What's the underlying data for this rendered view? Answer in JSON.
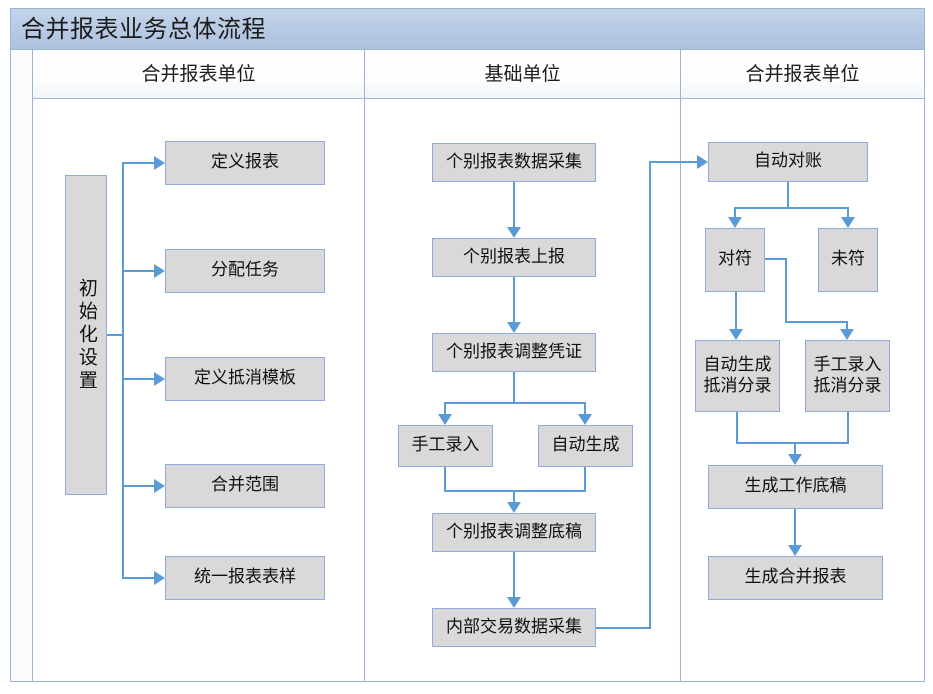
{
  "diagram": {
    "title": "合并报表业务总体流程",
    "lanes": [
      {
        "id": "lane-left",
        "label": "合并报表单位"
      },
      {
        "id": "lane-middle",
        "label": "基础单位"
      },
      {
        "id": "lane-right",
        "label": "合并报表单位"
      }
    ],
    "colors": {
      "title_bar": "#b8cce4",
      "frame_border": "#9bb5d6",
      "box_fill": "#d9d9d9",
      "box_border": "#8faadc",
      "connector": "#5b9bd5",
      "text": "#101010"
    },
    "nodes": {
      "init": "初始化设置",
      "l1": "定义报表",
      "l2": "分配任务",
      "l3": "定义抵消模板",
      "l4": "合并范围",
      "l5": "统一报表表样",
      "m1": "个别报表数据采集",
      "m2": "个别报表上报",
      "m3": "个别报表调整凭证",
      "m4a": "手工录入",
      "m4b": "自动生成",
      "m5": "个别报表调整底稿",
      "m6": "内部交易数据采集",
      "r1": "自动对账",
      "r2a": "对符",
      "r2b": "未符",
      "r3a_line1": "自动生成",
      "r3a_line2": "抵消分录",
      "r3b_line1": "手工录入",
      "r3b_line2": "抵消分录",
      "r4": "生成工作底稿",
      "r5": "生成合并报表"
    }
  }
}
